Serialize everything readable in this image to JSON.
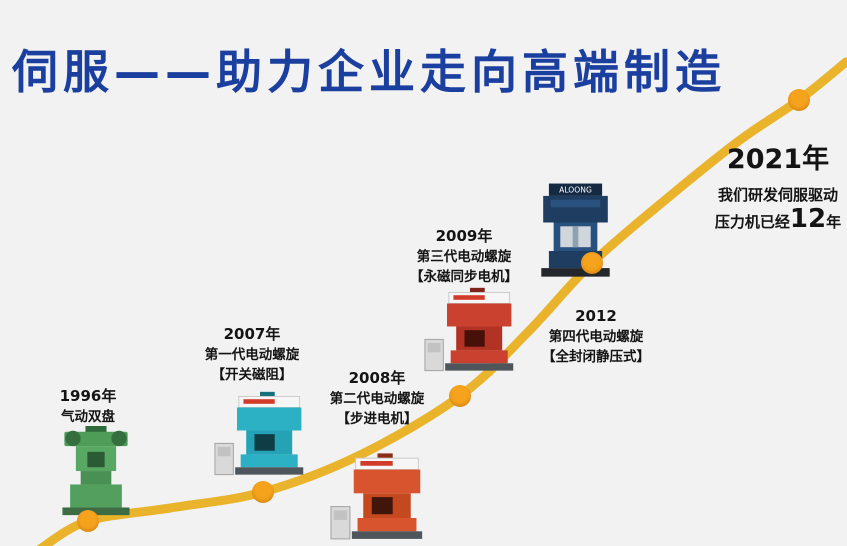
{
  "title": "伺服——助力企业走向高端制造",
  "brand": "ALOONG",
  "colors": {
    "titleBlue": "#1b3f9f",
    "curveGold": "#e9b32b",
    "dotOrange": "#f5a21c",
    "textDark": "#141414",
    "bg": "#f2f2f3"
  },
  "milestones": [
    {
      "id": "1996",
      "year": "1996年",
      "lines": [
        "气动双盘"
      ]
    },
    {
      "id": "2007",
      "year": "2007年",
      "lines": [
        "第一代电动螺旋",
        "【开关磁阻】"
      ]
    },
    {
      "id": "2008",
      "year": "2008年",
      "lines": [
        "第二代电动螺旋",
        "【步进电机】"
      ]
    },
    {
      "id": "2009",
      "year": "2009年",
      "lines": [
        "第三代电动螺旋",
        "【永磁同步电机】"
      ]
    },
    {
      "id": "2012",
      "year": "2012",
      "lines": [
        "第四代电动螺旋",
        "【全封闭静压式】"
      ]
    },
    {
      "id": "2021",
      "year": "2021年",
      "lines": [
        "我们研发伺服驱动"
      ],
      "press_line": {
        "prefix": "压力机已经",
        "number": "12",
        "suffix": "年"
      }
    }
  ]
}
